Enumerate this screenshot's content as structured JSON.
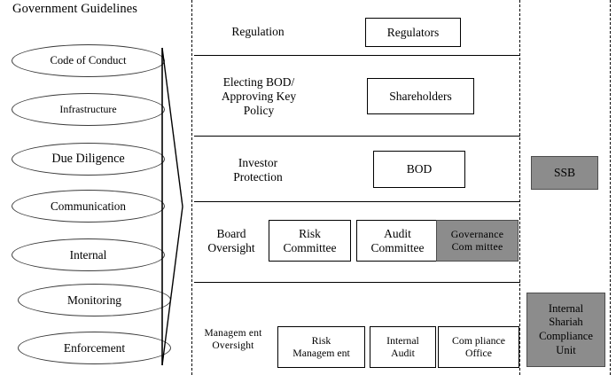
{
  "figure": {
    "left_panel": {
      "title": "Government Guidelines",
      "items": [
        {
          "label": "Code of Conduct"
        },
        {
          "label": "Infrastructure"
        },
        {
          "label": "Due Diligence"
        },
        {
          "label": "Communication"
        },
        {
          "label": "Internal"
        },
        {
          "label": "Monitoring"
        },
        {
          "label": "Enforcement"
        }
      ]
    },
    "rows": [
      {
        "label": "Regulation",
        "nodes": [
          {
            "label": "Regulators",
            "shaded": false
          }
        ]
      },
      {
        "label": "Electing BOD/\nApproving Key\nPolicy",
        "label_lines": [
          "Electing BOD/",
          "Approving Key",
          "Policy"
        ],
        "nodes": [
          {
            "label": "Shareholders",
            "shaded": false
          }
        ]
      },
      {
        "label_lines": [
          "Investor",
          "Protection"
        ],
        "nodes": [
          {
            "label": "BOD",
            "shaded": false
          }
        ]
      },
      {
        "label_lines": [
          "Board",
          "Oversight"
        ],
        "nodes": [
          {
            "label_lines": [
              "Risk",
              "Committee"
            ],
            "shaded": false
          },
          {
            "label_lines": [
              "Audit",
              "Committee"
            ],
            "shaded": false
          },
          {
            "label_lines": [
              "Governance",
              "Committee"
            ],
            "shaded": true
          }
        ]
      },
      {
        "label_lines": [
          "Managem ent",
          "Oversight"
        ],
        "nodes": [
          {
            "label_lines": [
              "Risk",
              "Managem ent"
            ],
            "shaded": false
          },
          {
            "label_lines": [
              "Internal",
              "Audit"
            ],
            "shaded": false
          },
          {
            "label_lines": [
              "Compliance",
              "Office"
            ],
            "shaded": false
          }
        ]
      }
    ],
    "right_panel": {
      "nodes": [
        {
          "label_lines": [
            "SSB"
          ],
          "shaded": true
        },
        {
          "label_lines": [
            "Internal",
            "Shariah",
            "Compliance",
            "Unit"
          ],
          "shaded": true
        }
      ]
    },
    "row_labels": {
      "r1": "Regulation",
      "r2_l1": "Electing BOD/",
      "r2_l2": "Approving Key",
      "r2_l3": "Policy",
      "r3_l1": "Investor",
      "r3_l2": "Protection",
      "r4_l1": "Board",
      "r4_l2": "Oversight",
      "r5_l1": "Managem ent",
      "r5_l2": "Oversight"
    },
    "node_labels": {
      "regulators": "Regulators",
      "shareholders": "Shareholders",
      "bod": "BOD",
      "risk_committee_l1": "Risk",
      "risk_committee_l2": "Committee",
      "audit_committee_l1": "Audit",
      "audit_committee_l2": "Committee",
      "governance_committee_l1": "Governance",
      "governance_committee_l2": "Com mittee",
      "risk_management_l1": "Risk",
      "risk_management_l2": "Managem ent",
      "internal_audit_l1": "Internal",
      "internal_audit_l2": "Audit",
      "compliance_office_l1": "Com pliance",
      "compliance_office_l2": "Office",
      "ssb": "SSB",
      "iscu_l1": "Internal",
      "iscu_l2": "Shariah",
      "iscu_l3": "Compliance",
      "iscu_l4": "Unit"
    },
    "colors": {
      "shaded_fill": "#8c8c8c",
      "line": "#000000",
      "ellipse_stroke": "#3b3b3b",
      "background": "#ffffff"
    }
  }
}
